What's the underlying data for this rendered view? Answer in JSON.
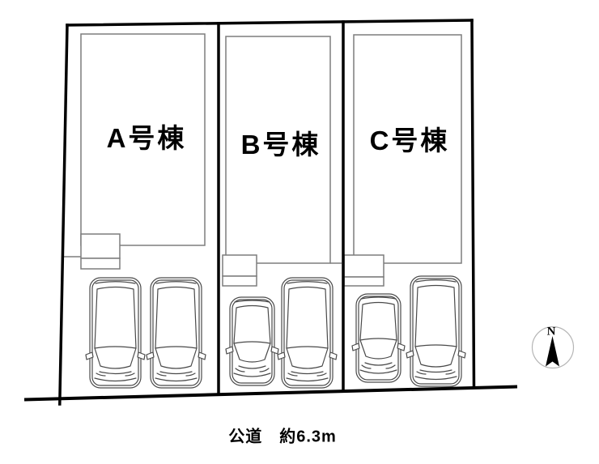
{
  "plan": {
    "buildings": [
      {
        "label": "A号棟"
      },
      {
        "label": "B号棟"
      },
      {
        "label": "C号棟"
      }
    ],
    "road": {
      "label": "公道　約6.3m"
    },
    "compass": {
      "north_label": "N"
    }
  },
  "colors": {
    "boundary_line": "#000000",
    "building_outline": "#7d7d7d",
    "car_outline": "#4a4a4a",
    "compass_circle": "#b5b5b5"
  }
}
